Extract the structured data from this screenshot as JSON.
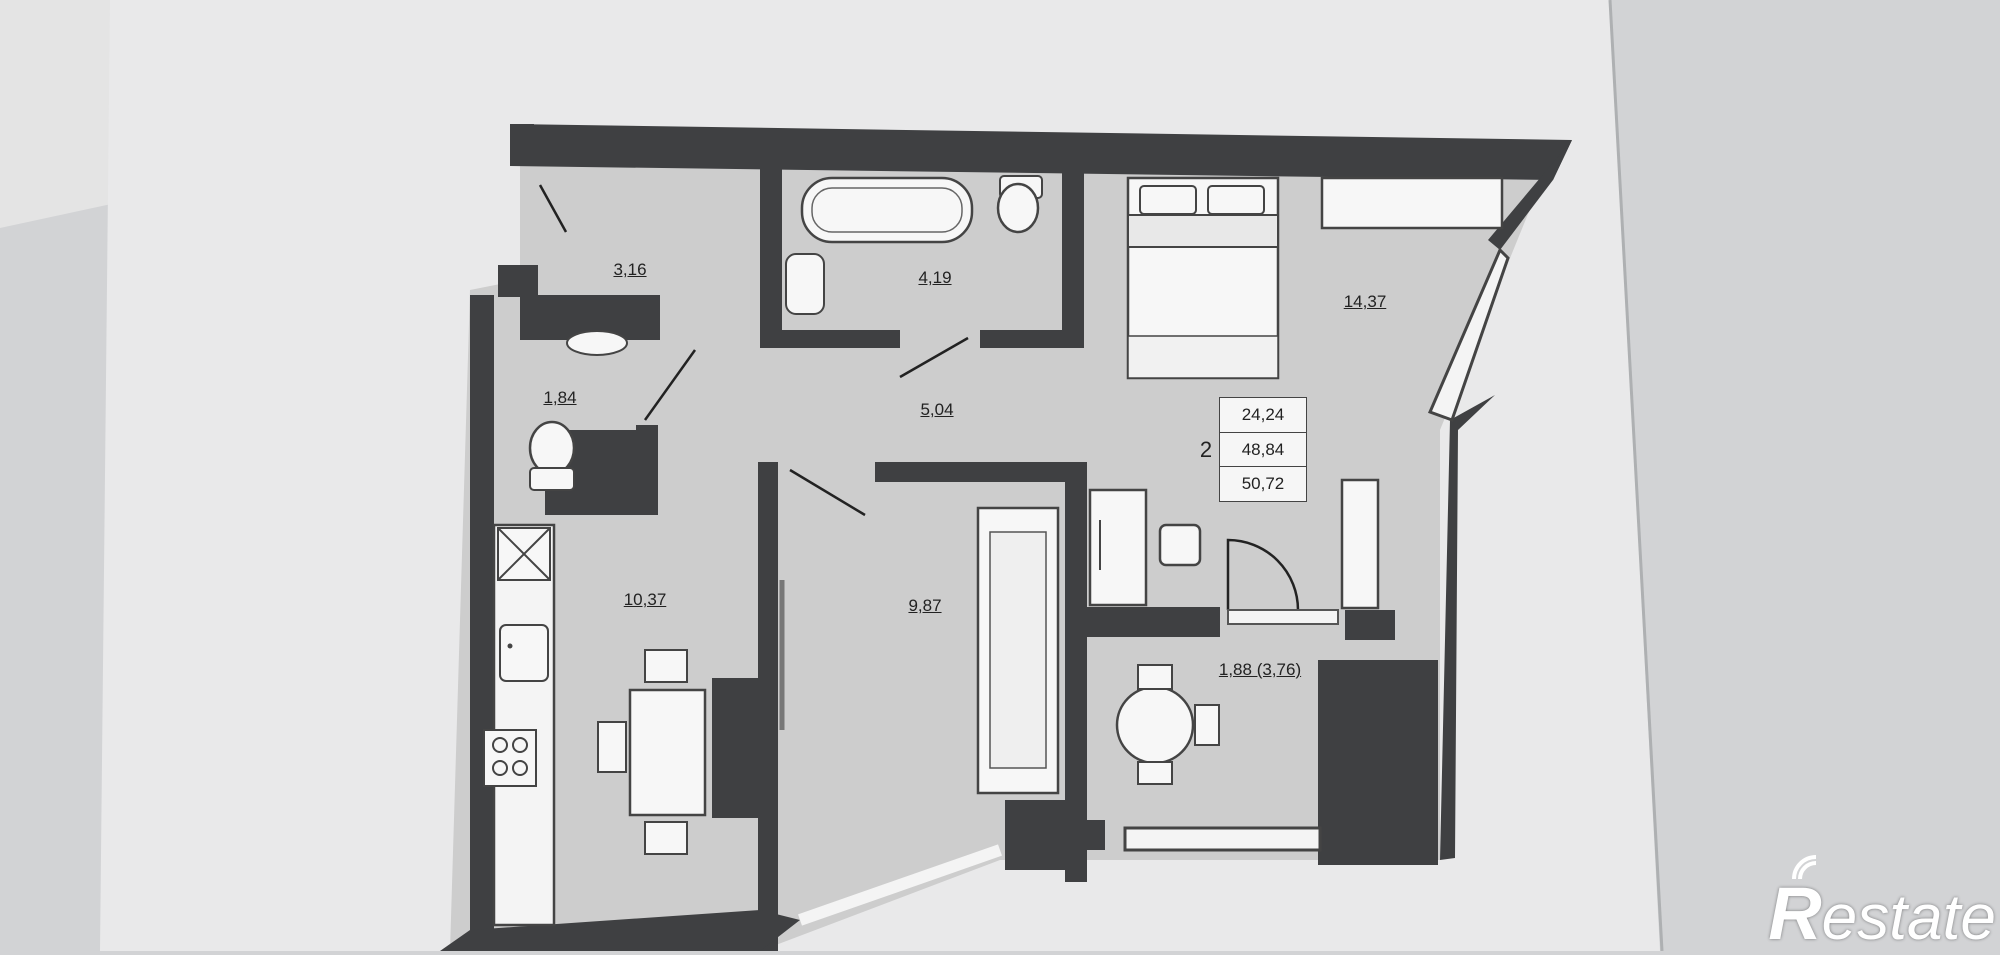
{
  "plan": {
    "rooms": [
      {
        "id": "hall",
        "area": "3,16"
      },
      {
        "id": "bathroom",
        "area": "4,19"
      },
      {
        "id": "toilet",
        "area": "1,84"
      },
      {
        "id": "corridor",
        "area": "5,04"
      },
      {
        "id": "bedroom",
        "area": "14,37"
      },
      {
        "id": "kitchen",
        "area": "10,37"
      },
      {
        "id": "living",
        "area": "9,87"
      },
      {
        "id": "balcony",
        "area": "1,88 (3,76)"
      }
    ],
    "summary": {
      "rooms_count": "2",
      "living_area": "24,24",
      "total_area": "48,84",
      "total_with_balcony": "50,72"
    }
  },
  "watermark": {
    "first_letter": "R",
    "rest": "estate"
  },
  "colors": {
    "wall": "#3f4042",
    "floor": "#cfcfcf",
    "paper": "#e8e8e8",
    "background": "#d2d3d5"
  }
}
